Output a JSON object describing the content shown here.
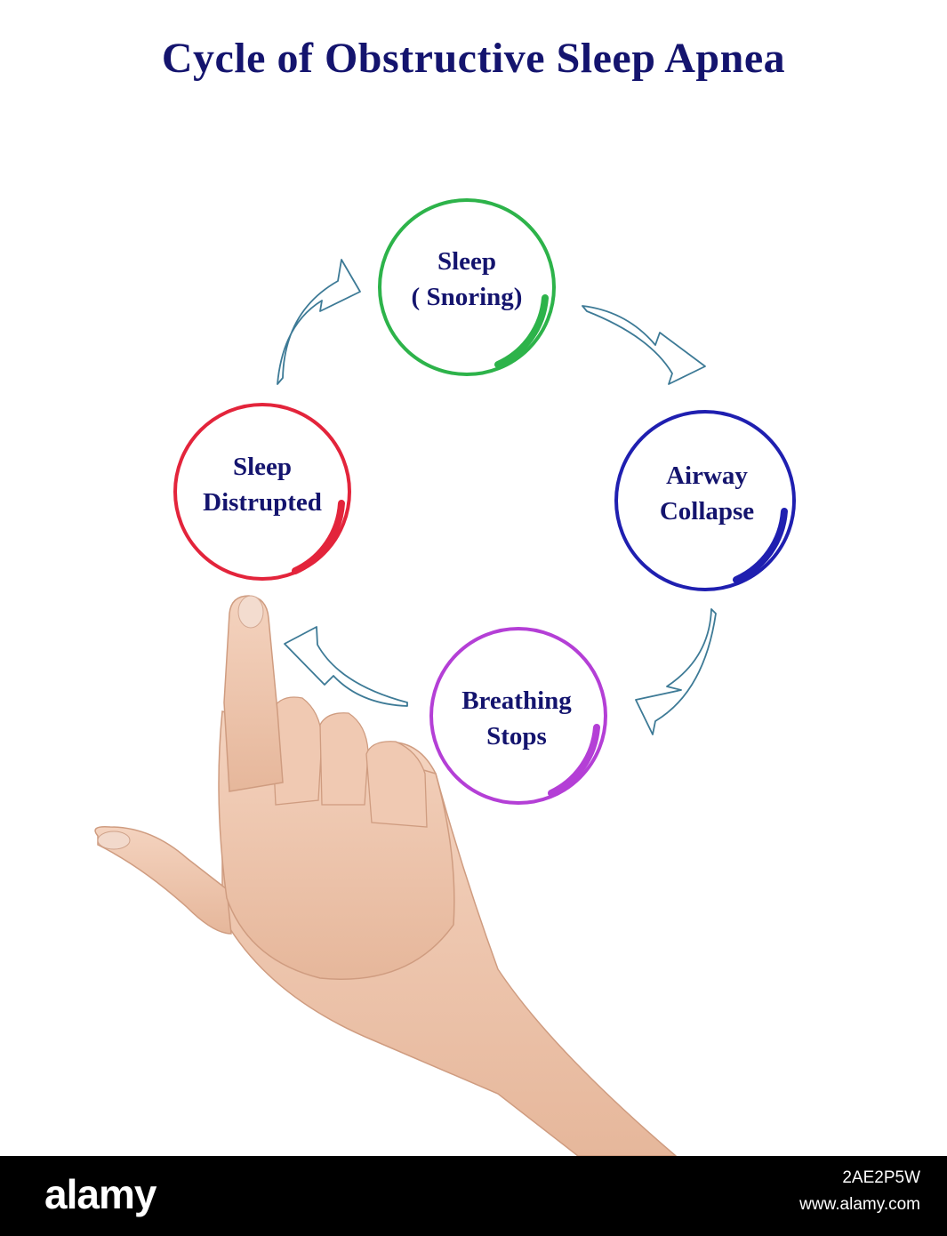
{
  "title": "Cycle of Obstructive Sleep Apnea",
  "nodes": [
    {
      "id": "sleep-snoring",
      "line1": "Sleep",
      "line2": "( Snoring)",
      "color": "#2db34a"
    },
    {
      "id": "airway-collapse",
      "line1": "Airway",
      "line2": "Collapse",
      "color": "#1f1fb0"
    },
    {
      "id": "breathing-stops",
      "line1": "Breathing",
      "line2": "Stops",
      "color": "#b43fd6"
    },
    {
      "id": "sleep-distrupted",
      "line1": "Sleep",
      "line2": "Distrupted",
      "color": "#e3243b"
    }
  ],
  "arrow_color": "#3d7a96",
  "text_color": "#14146e",
  "footer": {
    "brand": "alamy",
    "image_id": "2AE2P5W",
    "site": "www.alamy.com"
  }
}
